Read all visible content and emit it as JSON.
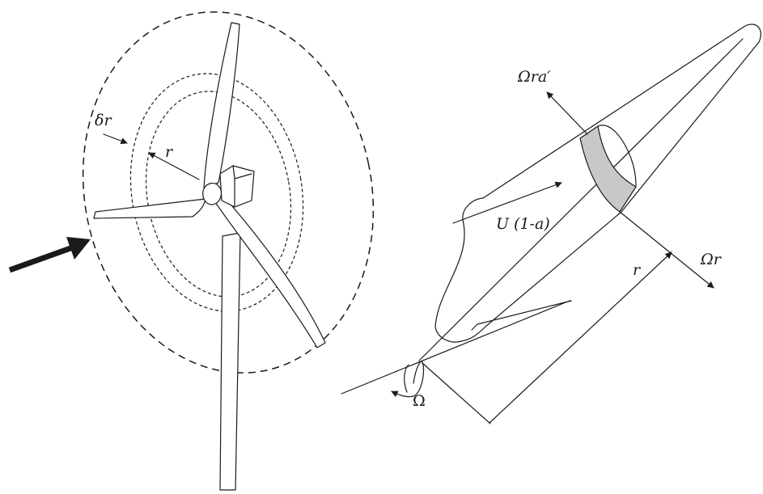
{
  "labels": {
    "delta_r": "δr",
    "r_left": "r",
    "omega_r_a_prime": "Ωra′",
    "u_one_minus_a": "U (1-a)",
    "omega_r": "Ωr",
    "r_right": "r",
    "omega": "Ω"
  },
  "colors": {
    "line": "#1a1a1a",
    "annulus_fill": "#c8c8c8",
    "background": "#ffffff"
  }
}
